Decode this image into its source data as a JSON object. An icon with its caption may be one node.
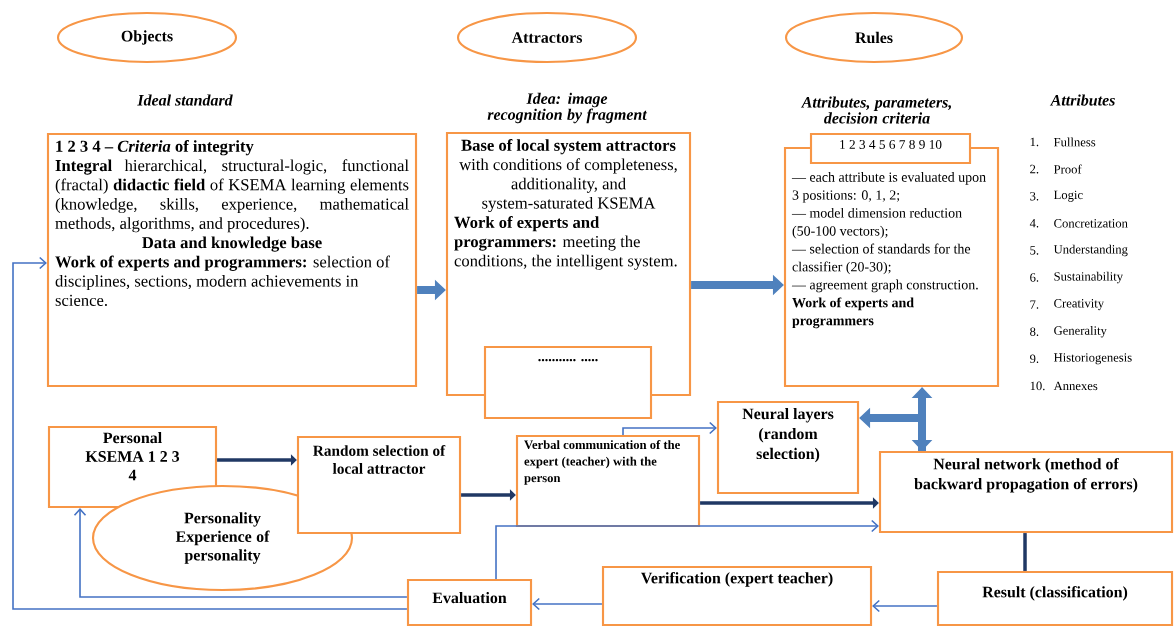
{
  "diagram": {
    "nodes": [
      {
        "text": [
          "Objects"
        ]
      },
      {
        "text": [
          "Attractors"
        ]
      },
      {
        "text": [
          "Rules"
        ]
      },
      {
        "text": [
          "1 2 3 4 – *Criteria* of integrity",
          "**Integral** hierarchical, structural-logic, functional (fractal) **didactic field** of KSEMA learning elements (knowledge, skills, experience, mathematical methods, algorithms, and procedures).",
          "Data and knowledge base",
          "**Work of experts and programmers:** selection of disciplines, sections, modern achievements in science."
        ]
      },
      {
        "text": [
          "Base of local system attractors",
          "with conditions of completeness, additionality, and system-saturated KSEMA",
          "**Work of experts and programmers:** meeting the conditions, the intelligent system."
        ]
      },
      {
        "text": [
          "........... ....."
        ]
      },
      {
        "text": [
          "— each attribute is evaluated upon 3 positions: 0, 1, 2;",
          "— model dimension reduction (50-100 vectors);",
          "— selection of standards for the classifier (20-30);",
          "— agreement graph construction.",
          "Work of experts and programmers"
        ]
      },
      {
        "text": [
          "1 2 3 4 5 6 7 8 9 10"
        ]
      },
      {
        "text": [
          "Personal KSEMA 1 2 3 4"
        ]
      },
      {
        "text": [
          "Personality Experience of personality"
        ]
      },
      {
        "text": [
          "Random selection of local attractor"
        ]
      },
      {
        "text": [
          "Verbal communication of the expert (teacher) with the person"
        ]
      },
      {
        "text": [
          "Neural layers (random selection)"
        ]
      },
      {
        "text": [
          "Neural network (method of backward propagation of errors)"
        ]
      },
      {
        "text": [
          "Result (classification)"
        ]
      },
      {
        "text": [
          "Verification (expert teacher)"
        ]
      },
      {
        "text": [
          "Evaluation"
        ]
      }
    ],
    "edges": [
      {
        "from": 3,
        "to": 4,
        "arrow": "to",
        "style": "thick"
      },
      {
        "from": 4,
        "to": 6,
        "arrow": "to",
        "style": "thick"
      },
      {
        "from": 6,
        "to": 13,
        "arrow": "both",
        "style": "thick"
      },
      {
        "from": 13,
        "to": 12,
        "arrow": "to",
        "style": "thick"
      },
      {
        "from": 8,
        "to": 10,
        "arrow": "to",
        "color": "#203864"
      },
      {
        "from": 10,
        "to": 11,
        "arrow": "to",
        "color": "#203864"
      },
      {
        "from": 11,
        "to": 13,
        "arrow": "to",
        "color": "#203864"
      },
      {
        "from": 11,
        "to": 12,
        "arrow": "to"
      },
      {
        "from": 13,
        "to": 14,
        "arrow": "none",
        "color": "#203864"
      },
      {
        "from": 14,
        "to": 15,
        "arrow": "to"
      },
      {
        "from": 15,
        "to": 16,
        "arrow": "to"
      },
      {
        "from": 16,
        "to": 13,
        "arrow": "to"
      },
      {
        "from": 16,
        "to": 8,
        "arrow": "to"
      },
      {
        "from": 16,
        "to": 3,
        "arrow": "to"
      }
    ],
    "labels": [
      "Ideal standard",
      "Idea: image recognition by fragment",
      "Attributes, parameters, decision criteria",
      "Attributes",
      "1.",
      "Fullness",
      "2.",
      "Proof",
      "3.",
      "Logic",
      "4.",
      "Concretization",
      "5.",
      "Understanding",
      "6.",
      "Sustainability",
      "7.",
      "Creativity",
      "8.",
      "Generality",
      "9.",
      "Historiogenesis",
      "10.",
      "Annexes"
    ]
  }
}
